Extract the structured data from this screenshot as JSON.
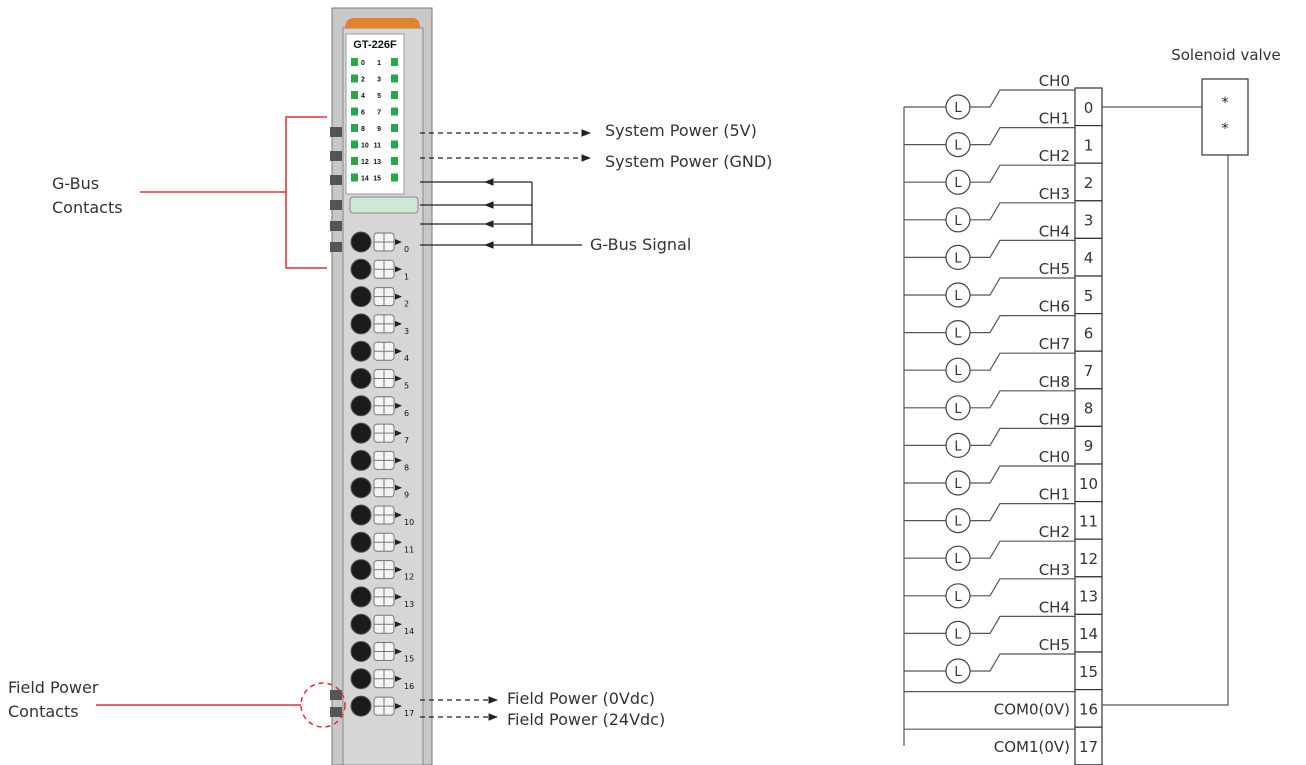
{
  "module": {
    "model": "GT-226F",
    "led_labels": [
      [
        "0",
        "1"
      ],
      [
        "2",
        "3"
      ],
      [
        "4",
        "5"
      ],
      [
        "6",
        "7"
      ],
      [
        "8",
        "9"
      ],
      [
        "10",
        "11"
      ],
      [
        "12",
        "13"
      ],
      [
        "14",
        "15"
      ]
    ],
    "terminal_numbers": [
      "0",
      "1",
      "2",
      "3",
      "4",
      "5",
      "6",
      "7",
      "8",
      "9",
      "10",
      "11",
      "12",
      "13",
      "14",
      "15",
      "16",
      "17"
    ]
  },
  "callouts": {
    "gbus_contacts": [
      "G-Bus",
      "Contacts"
    ],
    "field_power_contacts": [
      "Field Power",
      "Contacts"
    ],
    "system_power_5v": "System Power (5V)",
    "system_power_gnd": "System Power (GND)",
    "gbus_signal": "G-Bus Signal",
    "field_power_0v": "Field Power (0Vdc)",
    "field_power_24v": "Field Power (24Vdc)"
  },
  "wiring": {
    "load_symbol": "L",
    "channels": [
      "CH0",
      "CH1",
      "CH2",
      "CH3",
      "CH4",
      "CH5",
      "CH6",
      "CH7",
      "CH8",
      "CH9",
      "CH0",
      "CH1",
      "CH2",
      "CH3",
      "CH4",
      "CH5"
    ],
    "com_labels": [
      "COM0(0V)",
      "COM1(0V)"
    ],
    "terminals": [
      "0",
      "1",
      "2",
      "3",
      "4",
      "5",
      "6",
      "7",
      "8",
      "9",
      "10",
      "11",
      "12",
      "13",
      "14",
      "15",
      "16",
      "17"
    ],
    "solenoid_label": "Solenoid valve",
    "solenoid_marks": [
      "*",
      "*"
    ]
  },
  "colors": {
    "module_body": "#d6d6d6",
    "module_top": "#e2822b",
    "led_green": "#27a745",
    "callout_red": "#e03030",
    "wire": "#555555"
  }
}
